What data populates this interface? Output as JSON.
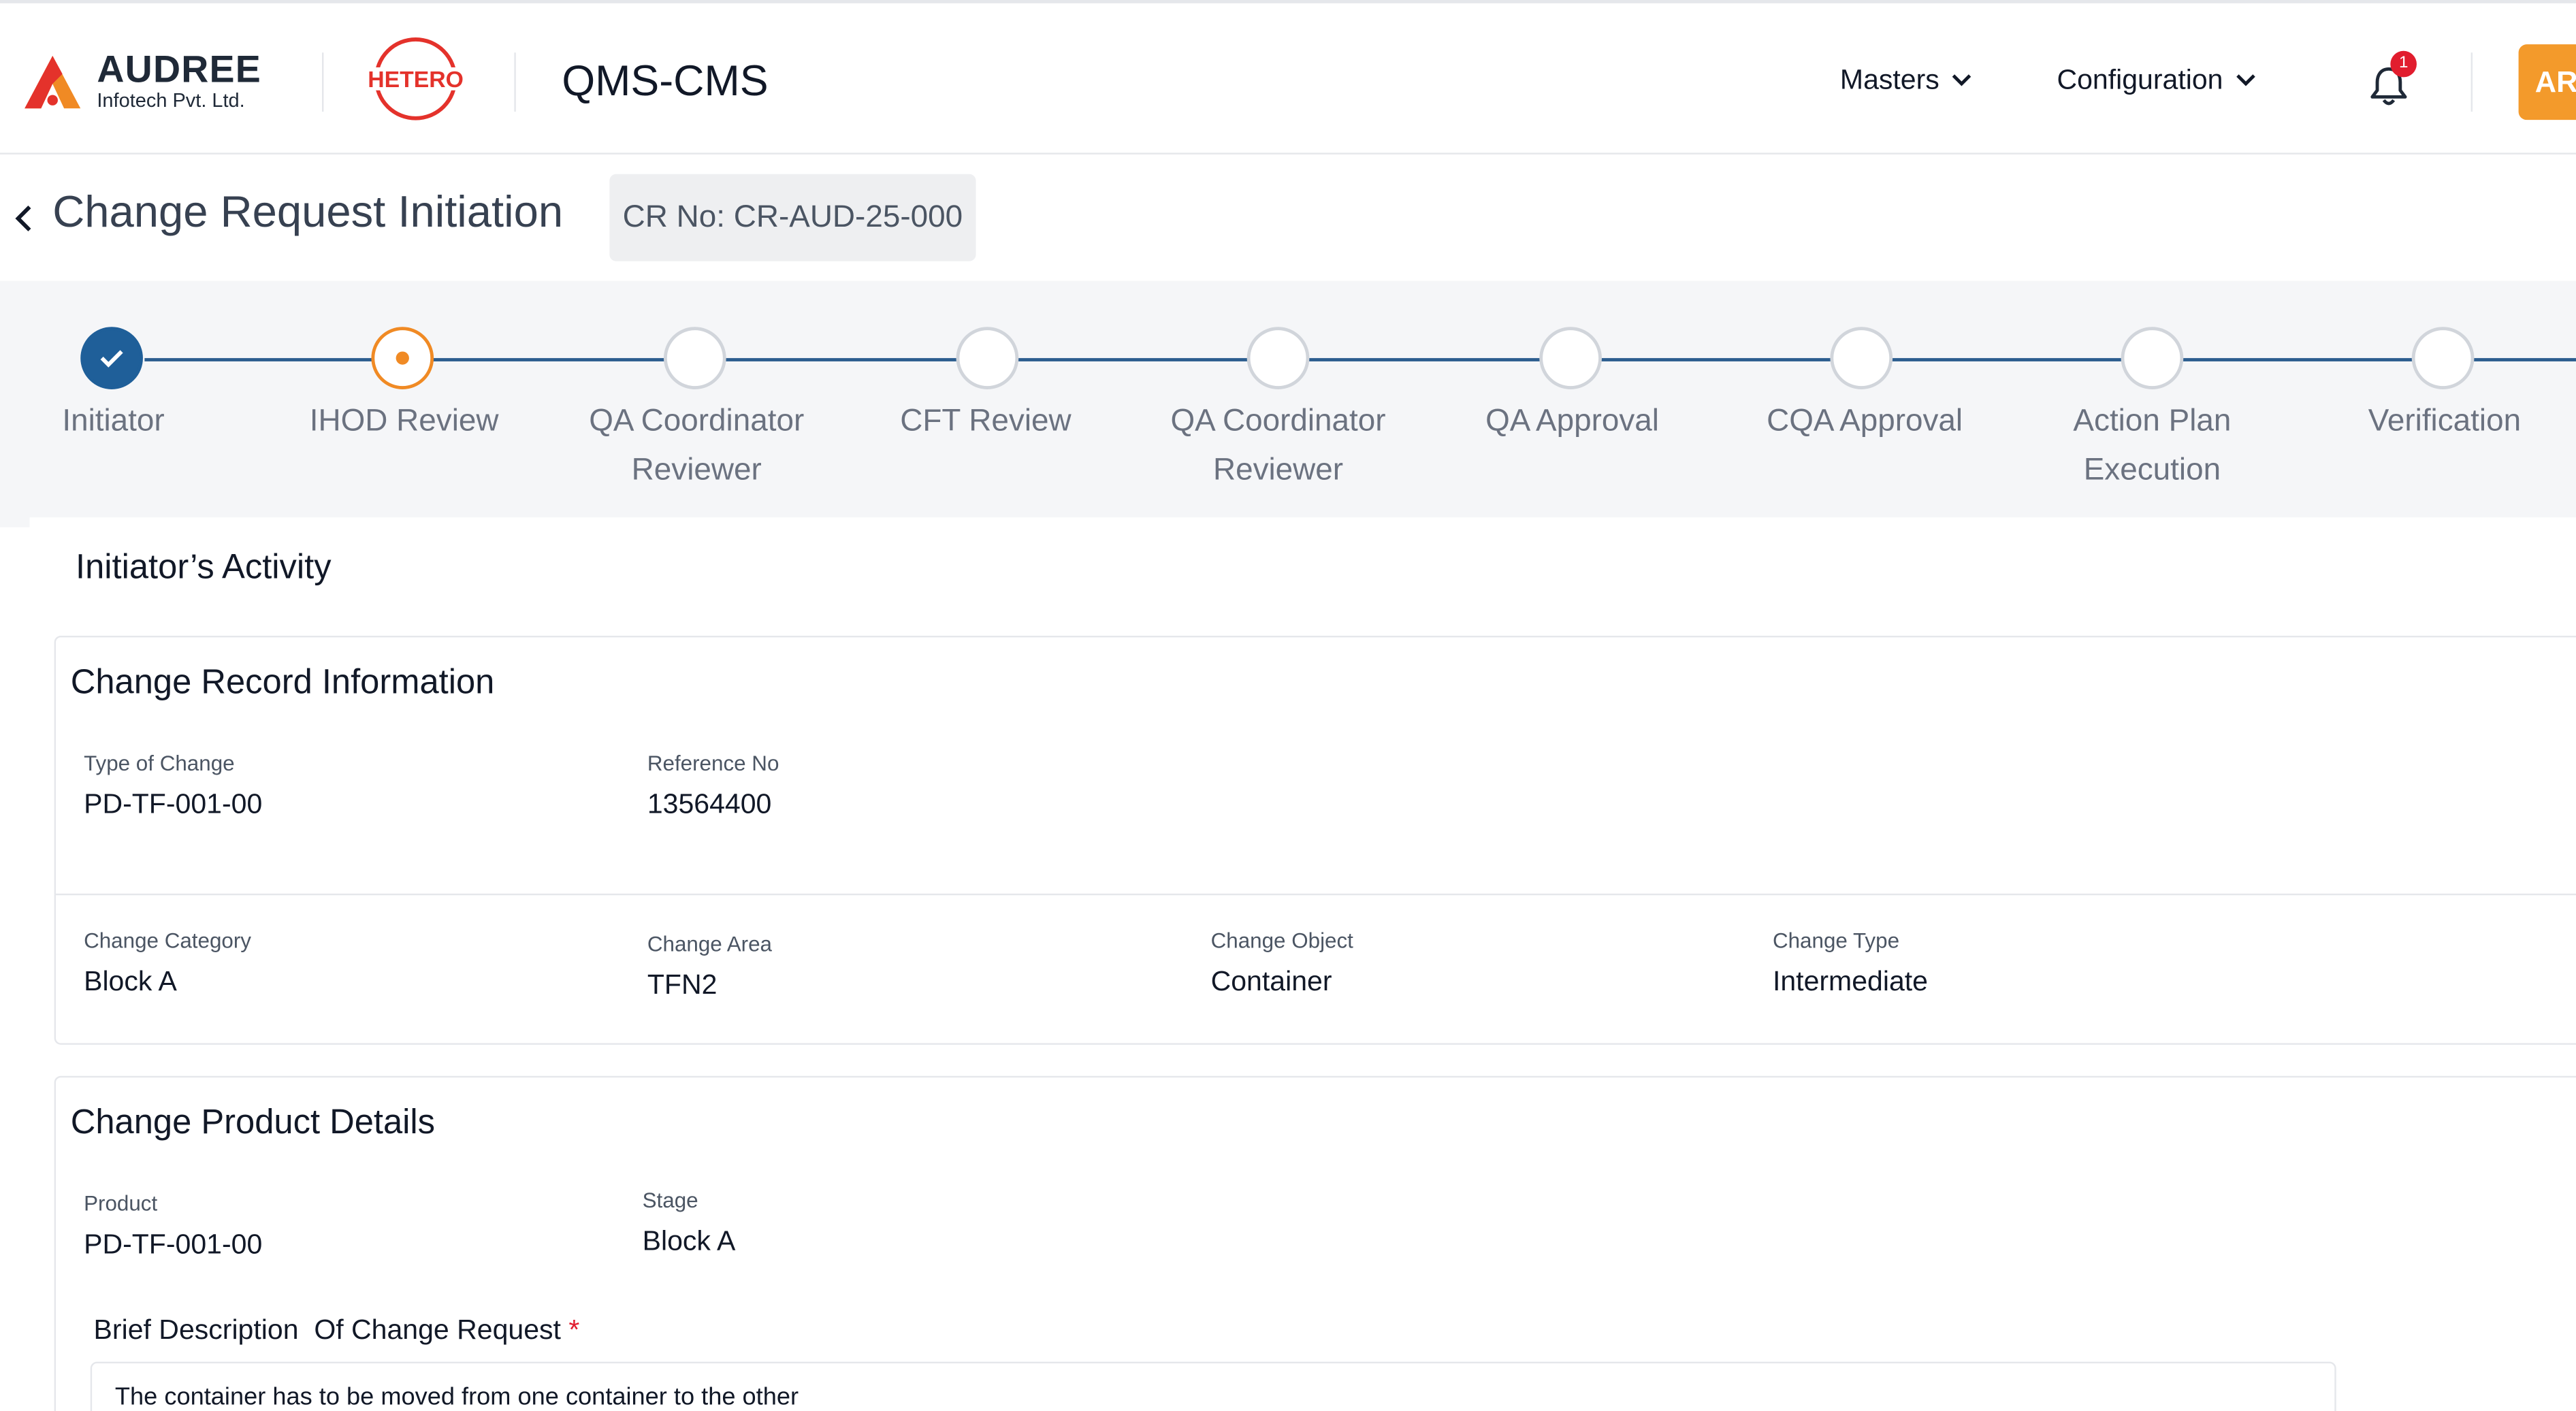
{
  "header": {
    "brand_name": "AUDREE",
    "brand_sub": "Infotech Pvt. Ltd.",
    "partner_logo": "HETERO",
    "app_title": "QMS-CMS",
    "nav": [
      {
        "label": "Masters"
      },
      {
        "label": "Configuration"
      }
    ],
    "notification_count": "1",
    "user_initials": "AR"
  },
  "title_row": {
    "title": "Change Request Initiation",
    "cr_no": "CR No: CR-AUD-25-000"
  },
  "stepper": {
    "steps": [
      {
        "line1": "Initiator",
        "line2": "",
        "state": "done"
      },
      {
        "line1": "IHOD Review",
        "line2": "",
        "state": "current"
      },
      {
        "line1": "QA Coordinator",
        "line2": "Reviewer",
        "state": "pending"
      },
      {
        "line1": "CFT Review",
        "line2": "",
        "state": "pending"
      },
      {
        "line1": "QA Coordinator",
        "line2": "Reviewer",
        "state": "pending"
      },
      {
        "line1": "QA Approval",
        "line2": "",
        "state": "pending"
      },
      {
        "line1": "CQA Approval",
        "line2": "",
        "state": "pending"
      },
      {
        "line1": "Action Plan",
        "line2": "Execution",
        "state": "pending"
      },
      {
        "line1": "Verification",
        "line2": "",
        "state": "pending"
      }
    ]
  },
  "activity": {
    "title": "Initiator’s Activity",
    "change_record": {
      "title": "Change Record Information",
      "type_of_change": {
        "label": "Type of Change",
        "value": "PD-TF-001-00"
      },
      "reference_no": {
        "label": "Reference No",
        "value": "13564400"
      },
      "change_category": {
        "label": "Change Category",
        "value": "Block A"
      },
      "change_area": {
        "label": "Change Area",
        "value": "TFN2"
      },
      "change_object": {
        "label": "Change Object",
        "value": "Container"
      },
      "change_type": {
        "label": "Change Type",
        "value": "Intermediate"
      }
    },
    "product_details": {
      "title": "Change Product Details",
      "product": {
        "label": "Product",
        "value": "PD-TF-001-00"
      },
      "stage": {
        "label": "Stage",
        "value": "Block A"
      },
      "brief_description": {
        "label": "Brief Description  Of Change Request",
        "required_mark": "*",
        "value": "The container has to be moved from one container to the other"
      }
    }
  },
  "colors": {
    "accent_blue": "#1f5f99",
    "current_orange": "#f08a24",
    "avatar_orange": "#f39a2b",
    "badge_red": "#e11d2e"
  }
}
